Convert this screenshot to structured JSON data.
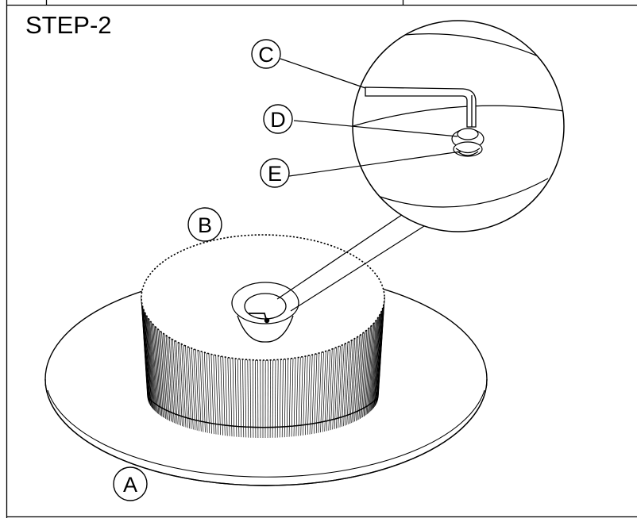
{
  "step_title": "STEP-2",
  "callouts": {
    "a": "A",
    "b": "B",
    "c": "C",
    "d": "D",
    "e": "E"
  },
  "colors": {
    "line": "#000000",
    "background": "#ffffff"
  }
}
